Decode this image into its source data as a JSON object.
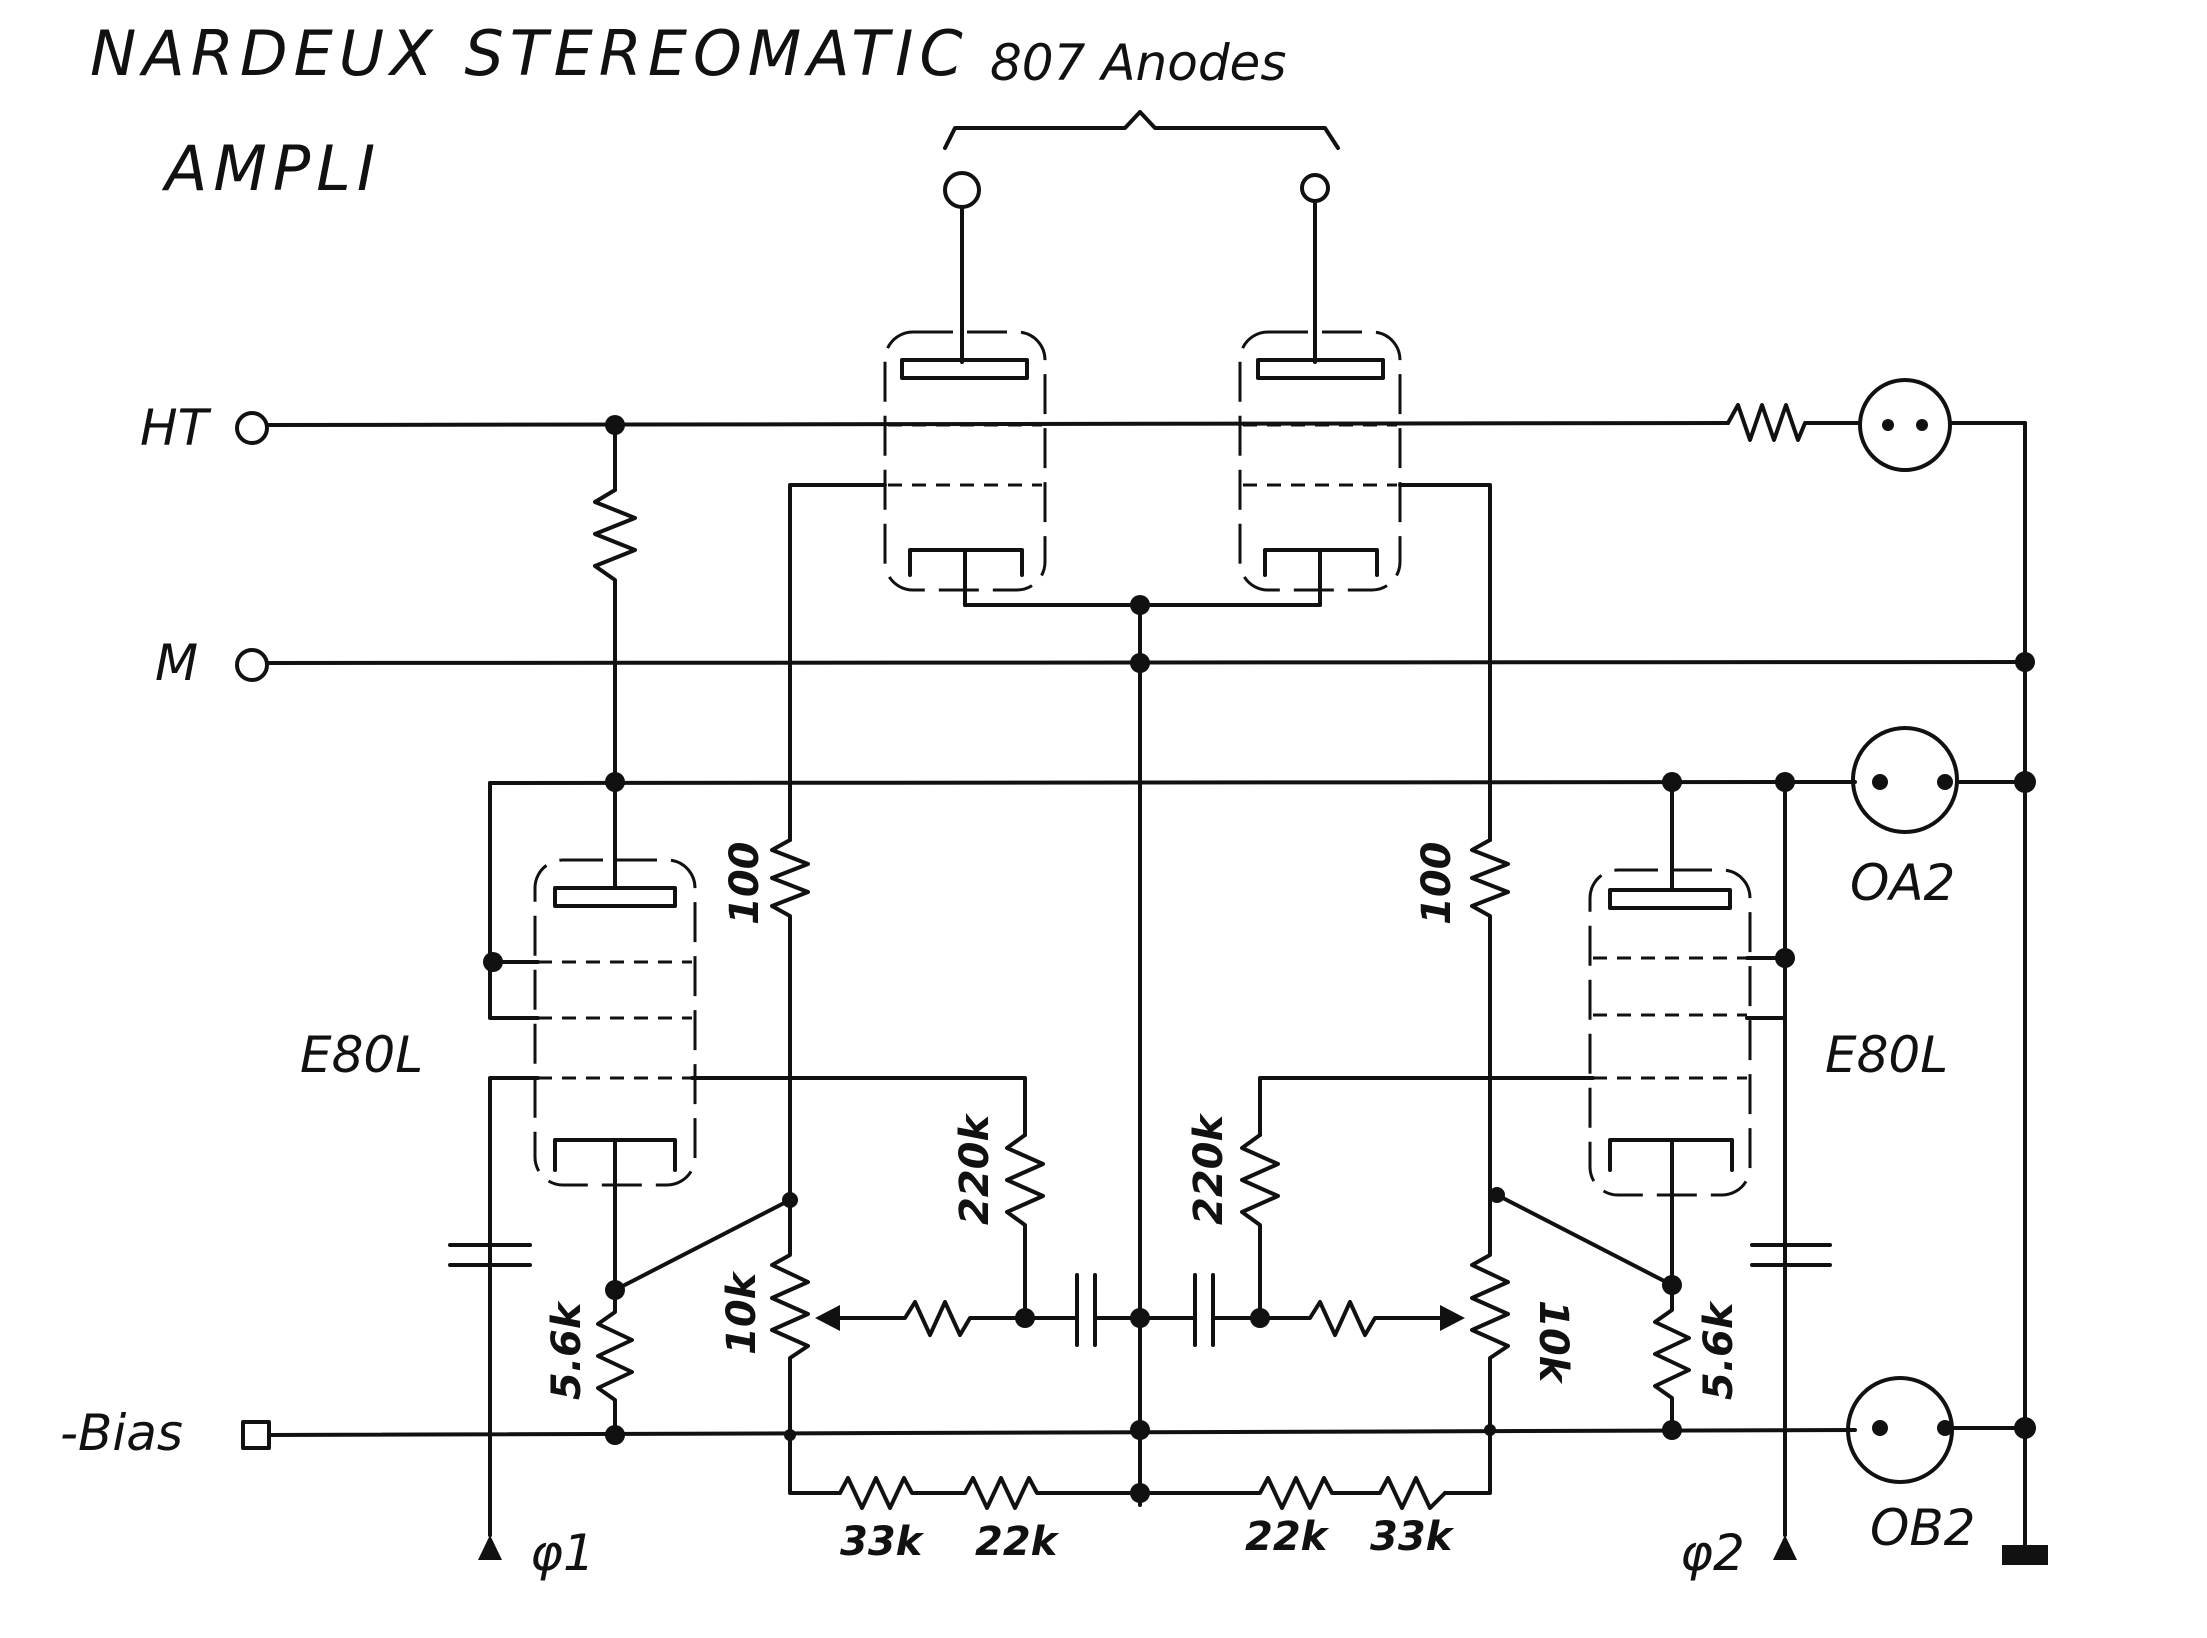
{
  "title_line1": "NARDEUX STEREOMATIC",
  "title_line2": "AMPLI",
  "anodes_label": "807 Anodes",
  "terminals": {
    "ht": "HT",
    "m": "M",
    "bias": "-Bias"
  },
  "tubes": {
    "left": "E80L",
    "right": "E80L"
  },
  "regulators": {
    "top": "OA2",
    "bottom": "OB2"
  },
  "outputs": {
    "left": "φ1",
    "right": "φ2"
  },
  "resistors": {
    "left_grid": "100",
    "right_grid": "100",
    "left_feedback": "220k",
    "right_feedback": "220k",
    "left_pot": "10k",
    "right_pot": "10k",
    "left_cathode": "5.6k",
    "right_cathode": "5.6k",
    "divider": [
      "33k",
      "22k",
      "22k",
      "33k"
    ]
  }
}
